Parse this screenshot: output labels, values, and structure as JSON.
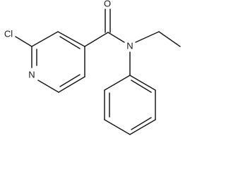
{
  "molecule": {
    "atoms": {
      "chlorine": "Cl",
      "pyridine_nitrogen": "N",
      "amide_nitrogen": "N",
      "carbonyl_oxygen": "O"
    }
  }
}
